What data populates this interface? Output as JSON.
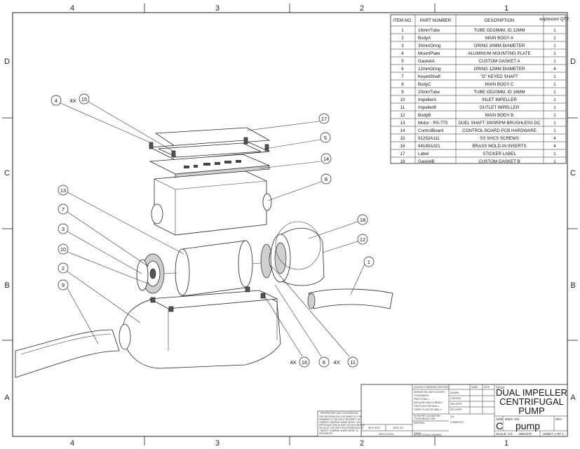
{
  "zones": {
    "columns": [
      "4",
      "3",
      "2",
      "1"
    ],
    "rows": [
      "D",
      "C",
      "B",
      "A"
    ]
  },
  "bom": {
    "headers": [
      "ITEM NO.",
      "PART NUMBER",
      "DESCRIPTION",
      "explosion/ QTY."
    ],
    "rows": [
      [
        "1",
        "16mmTube",
        "TUBE OD16MM, ID 12MM",
        "1"
      ],
      [
        "2",
        "BodyA",
        "MAIN BODY A",
        "1"
      ],
      [
        "3",
        "30mmOring",
        "ORING 30MM DIAMETER",
        "1"
      ],
      [
        "4",
        "MountPlate",
        "ALUMINUM MOUNTING PLATE",
        "1"
      ],
      [
        "5",
        "GasketA",
        "CUSTOM GASKET A",
        "1"
      ],
      [
        "6",
        "12mmOring",
        "ORING 12MM DIAMETER",
        "4"
      ],
      [
        "7",
        "KeyedShaft",
        "\"D\" KEYED SHAFT",
        "1"
      ],
      [
        "8",
        "BodyC",
        "MAIN BODY C",
        "1"
      ],
      [
        "9",
        "20mmTube",
        "TUBE OD20MM, ID 16MM",
        "1"
      ],
      [
        "10",
        "ImpellerA",
        "INLET IMPELLER",
        "1"
      ],
      [
        "11",
        "ImpellerB",
        "OUTLET IMPELLER",
        "1"
      ],
      [
        "12",
        "BodyB",
        "MAIN BODY B",
        "1"
      ],
      [
        "13",
        "Motor - RS-775",
        "DUEL SHAFT 3000RPM BRUSHLESS DC",
        "1"
      ],
      [
        "14",
        "ControlBoard",
        "CONTROL BOARD PCB HARDWARE",
        "1"
      ],
      [
        "15",
        "91292A111",
        "SS SHCS SCREWS",
        "4"
      ],
      [
        "16",
        "94180A321",
        "BRASS MOLD-IN INSERTS",
        "4"
      ],
      [
        "17",
        "Label",
        "STICKER LABEL",
        "1"
      ],
      [
        "18",
        "GasketB",
        "CUSTOM GASKET B",
        "1"
      ]
    ]
  },
  "callouts": {
    "c4": "4",
    "q15": "4X",
    "c15": "15",
    "c17": "17",
    "c5": "5",
    "c14": "14",
    "c8": "8",
    "c13": "13",
    "c7": "7",
    "c3": "3",
    "c10": "10",
    "c2": "2",
    "c9": "9",
    "c18": "18",
    "c12": "12",
    "c1": "1",
    "q16": "4X",
    "c16": "16",
    "c6": "6",
    "q11": "4X",
    "c11": "11"
  },
  "title_block": {
    "unless": "UNLESS OTHERWISE SPECIFIED:",
    "name": "NAME",
    "date": "DATE",
    "dims1": "DIMENSIONS ARE IN INCHES",
    "dims2": "TOLERANCES:",
    "dims3": "FRACTIONAL ±",
    "dims4": "ANGULAR: MACH ±   BEND ±",
    "dims5": "TWO PLACE DECIMAL   ±",
    "dims6": "THREE PLACE DECIMAL  ±",
    "drawn": "DRAWN",
    "checked": "CHECKED",
    "eng_appr": "ENG APPR.",
    "mfg_appr": "MFG APPR.",
    "qa": "Q.A.",
    "comments": "COMMENTS:",
    "interpret": "INTERPRET GEOMETRIC",
    "tolerancing": "TOLERANCING PER:",
    "material": "MATERIAL",
    "finish": "FINISH",
    "next_assy": "NEXT ASSY",
    "used_on": "USED ON",
    "application": "APPLICATION",
    "do_not_scale": "DO NOT SCALE DRAWING",
    "prop_title": "PROPRIETARY AND CONFIDENTIAL",
    "prop1": "THE INFORMATION CONTAINED IN THIS",
    "prop2": "DRAWING IS THE SOLE PROPERTY OF",
    "prop3": "<INSERT COMPANY NAME HERE>. ANY",
    "prop4": "REPRODUCTION IN PART OR AS A WHOLE",
    "prop5": "WITHOUT THE WRITTEN PERMISSION OF",
    "prop6": "<INSERT COMPANY NAME HERE> IS",
    "prop7": "PROHIBITED.",
    "title_label": "TITLE:",
    "title1": "DUAL IMPELLER",
    "title2": "CENTRIFUGAL",
    "title3": "PUMP",
    "size_label": "SIZE",
    "dwg_label": "DWG.  NO.",
    "rev_label": "REV",
    "size": "C",
    "dwg_no": "pump",
    "scale": "SCALE: 1:5",
    "weight": "WEIGHT:",
    "sheet": "SHEET 1 OF 1"
  }
}
